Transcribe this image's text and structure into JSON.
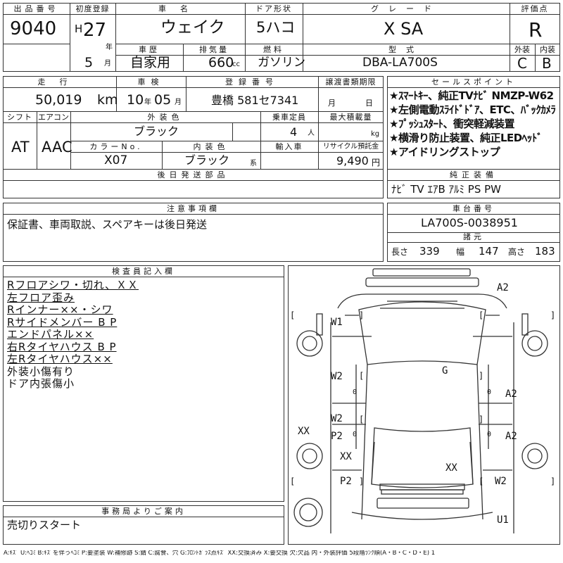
{
  "header": {
    "lot_no_label": "出品番号",
    "lot_no": "9040",
    "first_reg_label": "初度登録",
    "era_prefix": "H",
    "year": "27",
    "year_unit": "年",
    "month": "5",
    "month_unit": "月",
    "model_name_label": "車名",
    "model_name": "ウェイク",
    "door_label": "ドア形状",
    "door": "5ハコ",
    "grade_label": "グレード",
    "grade": "X SA",
    "score_label": "評価点",
    "score": "R",
    "exterior_label": "外装",
    "exterior": "C",
    "interior_label": "内装",
    "interior": "B",
    "history_label": "車歴",
    "history": "自家用",
    "displacement_label": "排気量",
    "displacement": "660",
    "displacement_unit": "cc",
    "fuel_label": "燃料",
    "fuel": "ガソリン",
    "model_code_label": "型式",
    "model_code": "DBA-LA700S"
  },
  "row2": {
    "mileage_label": "走行",
    "mileage": "50,019",
    "mileage_unit": "km",
    "inspection_label": "車検",
    "inspection_year": "10",
    "inspection_year_unit": "年",
    "inspection_month": "05",
    "inspection_month_unit": "月",
    "reg_no_label": "登録番号",
    "reg_no": "豊橋 581セ7341",
    "transfer_label": "譲渡書類期限",
    "transfer_month": "月",
    "transfer_day": "日",
    "shift_label": "シフト",
    "shift": "AT",
    "ac_label": "エアコン",
    "ac": "AAC",
    "ext_color_label": "外装色",
    "ext_color": "ブラック",
    "capacity_label": "乗車定員",
    "capacity": "4",
    "capacity_unit": "人",
    "load_label": "最大積載量",
    "load_unit": "kg",
    "color_no_label": "カラーNo.",
    "color_no": "X07",
    "int_color_label": "内装色",
    "int_color": "ブラック",
    "int_color_suffix": "系",
    "import_label": "輸入車",
    "recycle_label": "リサイクル預託金",
    "recycle": "9,490",
    "recycle_unit": "円",
    "later_parts_label": "後日発送部品"
  },
  "sales_points": {
    "label": "セールスポイント",
    "items": [
      "★ｽﾏｰﾄｷｰ、純正TVﾅﾋﾞ NMZP-W62",
      "★左側電動ｽﾗｲﾄﾞﾄﾞｱ、ETC、ﾊﾞｯｸｶﾒﾗ",
      "★ﾌﾟｯｼｭｽﾀｰﾄ、衝突軽減装置",
      "★横滑り防止装置、純正LEDﾍｯﾄﾞ",
      "★アイドリングストップ"
    ]
  },
  "equipment": {
    "label": "純正装備",
    "value": "ﾅﾋﾞ TV ｴｱB ｱﾙﾐ PS PW"
  },
  "notes": {
    "label": "注意事項欄",
    "value": "保証書、車両取説、スペアキーは後日発送"
  },
  "chassis": {
    "label": "車台番号",
    "value": "LA700S-0038951"
  },
  "dims": {
    "label": "諸元",
    "length_label": "長さ",
    "length": "339",
    "width_label": "幅",
    "width": "147",
    "height_label": "高さ",
    "height": "183"
  },
  "inspector": {
    "label": "検査員記入欄",
    "lines": [
      "Rフロアシワ・切れ、ＸＸ",
      "左フロア歪み",
      "Rインナー××・シワ",
      "Rサイドメンバー B P",
      "エンドパネル××",
      "右Rタイヤハウス B P",
      "左Rタイヤハウス××",
      "外装小傷有り",
      "ドア内張傷小"
    ]
  },
  "office": {
    "label": "事務局よりご案内",
    "value": "売切りスタート"
  },
  "diagram": {
    "labels": [
      "A2",
      "W1",
      "G",
      "W2",
      "A2",
      "W2",
      "P2",
      "XX",
      "A2",
      "XX",
      "XX",
      "P2",
      "W2",
      "U1"
    ],
    "small": [
      "0",
      "0",
      "0",
      "0"
    ],
    "brackets": [
      "[",
      "]",
      "[",
      "]",
      "[",
      "]",
      "[",
      "]",
      "[",
      "]",
      "[",
      "]"
    ]
  },
  "legend": "A:ｷｽﾞ U:ﾍｺﾐ B:ｷｽﾞを伴うﾍｺﾐ P:要塗装 W:補修跡 S:錆 C:腐食、穴 G:ﾌﾛﾝﾄｶﾞﾗｽ点ｷｽﾞ XX:交換済み X:要交換 欠:欠品 内・外装評価 5段階ﾗﾝｸ順(A・B・C・D・E) 1"
}
